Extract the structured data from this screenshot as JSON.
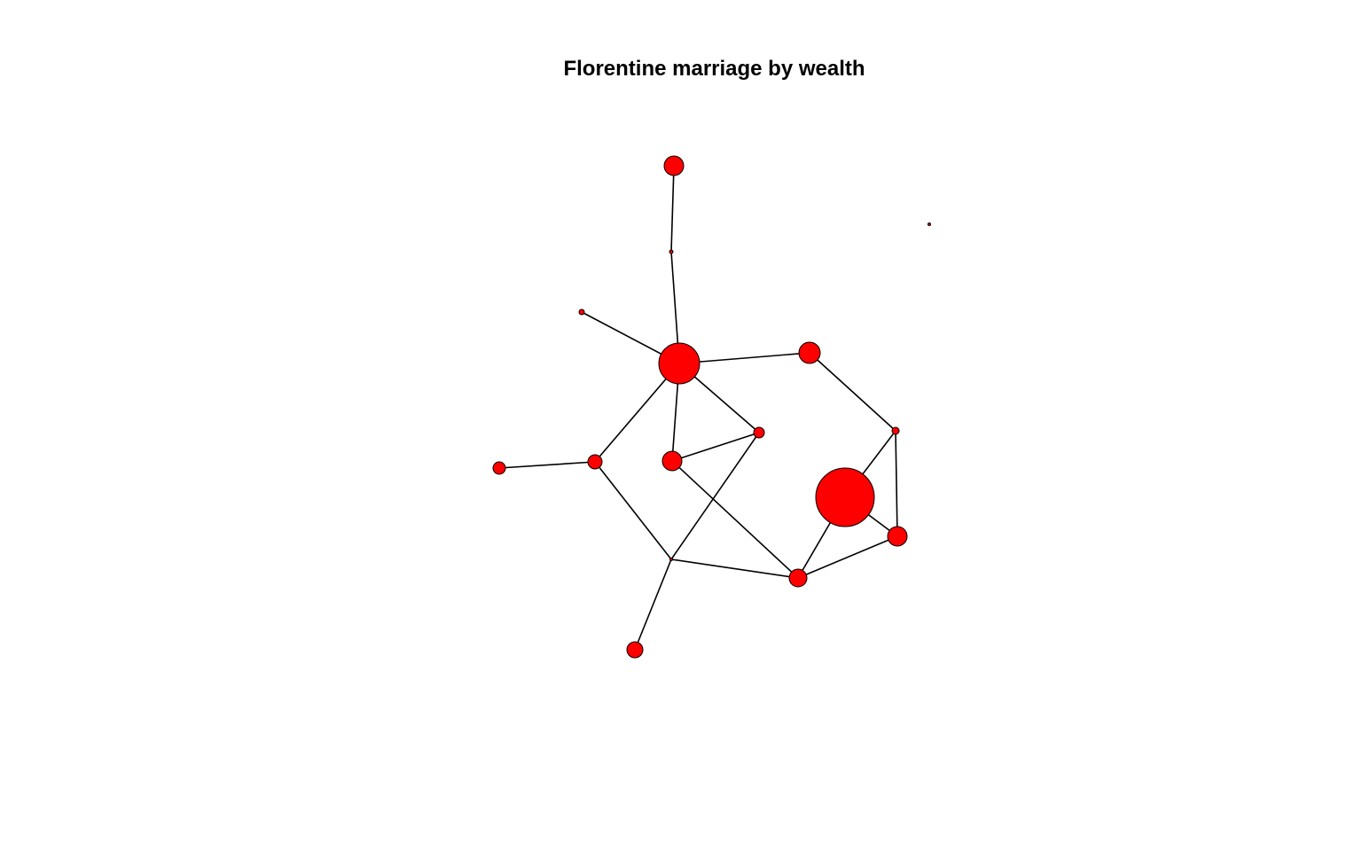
{
  "title": "Florentine marriage by wealth",
  "colors": {
    "node_fill": "#ff0000",
    "node_stroke": "#000000",
    "edge": "#000000",
    "background": "#ffffff"
  },
  "graph": {
    "node_count": 16,
    "edges": [
      [
        "n1",
        "n2"
      ],
      [
        "n2",
        "n4"
      ],
      [
        "n3",
        "n4"
      ],
      [
        "n4",
        "n5"
      ],
      [
        "n4",
        "n7"
      ],
      [
        "n4",
        "n8"
      ],
      [
        "n4",
        "n9"
      ],
      [
        "n5",
        "n11"
      ],
      [
        "n6",
        "n9"
      ],
      [
        "n7",
        "n8"
      ],
      [
        "n8",
        "n12"
      ],
      [
        "n9",
        "n14"
      ],
      [
        "n7",
        "n14"
      ],
      [
        "n11",
        "n10"
      ],
      [
        "n11",
        "n13"
      ],
      [
        "n10",
        "n13"
      ],
      [
        "n12",
        "n13"
      ],
      [
        "n12",
        "n10"
      ],
      [
        "n14",
        "n12"
      ],
      [
        "n14",
        "n15"
      ]
    ]
  }
}
